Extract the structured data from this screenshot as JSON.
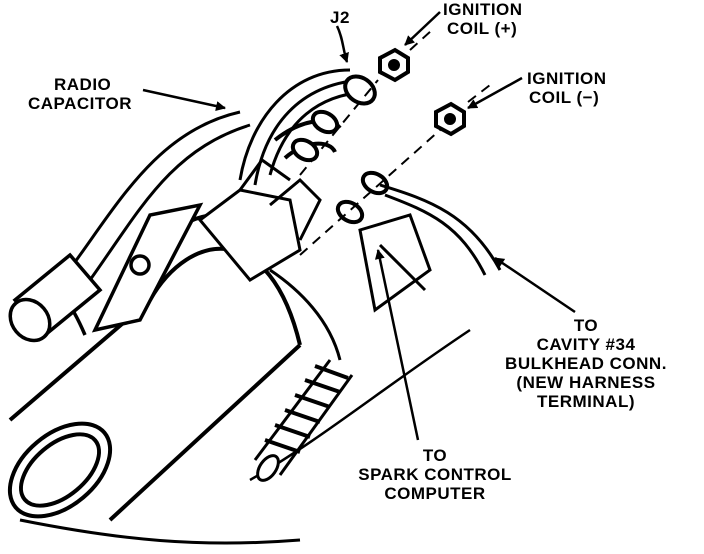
{
  "labels": {
    "j2": "J2",
    "ignition_coil_pos": [
      "IGNITION",
      "COIL (+)"
    ],
    "ignition_coil_neg": [
      "IGNITION",
      "COIL (−)"
    ],
    "radio_capacitor": [
      "RADIO",
      "CAPACITOR"
    ],
    "cavity_34": [
      "TO",
      "CAVITY #34",
      "BULKHEAD CONN.",
      "(NEW HARNESS",
      "TERMINAL)"
    ],
    "spark_control": [
      "TO",
      "SPARK CONTROL",
      "COMPUTER"
    ]
  },
  "colors": {
    "ink": "#000000",
    "paper": "#ffffff"
  }
}
